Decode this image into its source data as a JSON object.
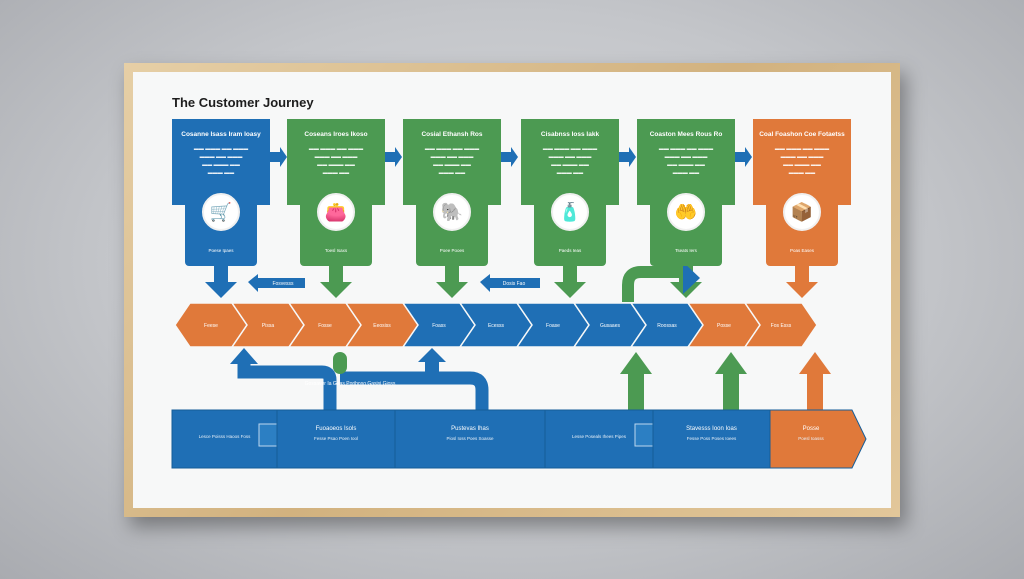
{
  "title": "The Customer Journey",
  "colors": {
    "blue": "#1f6fb5",
    "green": "#4c9a52",
    "orange": "#e0793a",
    "frame": "#d7b987"
  },
  "top_cards": [
    {
      "heading": "Cosanne Isass Iram Ioasy",
      "color": "blue",
      "icon": "shopping-cart-icon",
      "glyph": "🛒",
      "caption": "Poese Ipaes"
    },
    {
      "heading": "Coseans Iroes Ikoso",
      "color": "green",
      "icon": "wallet-icon",
      "glyph": "👛",
      "caption": "Toesl Isaxs"
    },
    {
      "heading": "Cosial Ethansh Ros",
      "color": "green",
      "icon": "elephant-icon",
      "glyph": "🐘",
      "caption": "Poee Pooes"
    },
    {
      "heading": "Cisabnss Ioss Iakk",
      "color": "green",
      "icon": "bottle-icon",
      "glyph": "🧴",
      "caption": "Paeds Ieas"
    },
    {
      "heading": "Coaston Mees Rous Ro",
      "color": "green",
      "icon": "heart-hand-icon",
      "glyph": "🤲",
      "caption": "Tseats Iers"
    },
    {
      "heading": "Coal Foashon Coe Fotaetss",
      "color": "orange",
      "icon": "box-icon",
      "glyph": "📦",
      "caption": "Poas Eases"
    }
  ],
  "back_arrows": [
    "Fosvesss",
    "Dosis Fao"
  ],
  "chevrons": [
    {
      "label": "Feese",
      "color": "orange"
    },
    {
      "label": "Pissa",
      "color": "orange"
    },
    {
      "label": "Fosse",
      "color": "orange"
    },
    {
      "label": "Eeosiss",
      "color": "orange"
    },
    {
      "label": "Foass",
      "color": "blue"
    },
    {
      "label": "Ecesss",
      "color": "blue"
    },
    {
      "label": "Foase",
      "color": "blue"
    },
    {
      "label": "Gusaaes",
      "color": "blue"
    },
    {
      "label": "Roossas",
      "color": "blue"
    },
    {
      "label": "Posse",
      "color": "orange"
    },
    {
      "label": "Fos Esss",
      "color": "orange"
    }
  ],
  "loop_label": "Gossaver Ia Gaas Poriboso Gasisi Gioss",
  "bottom_band": [
    {
      "title": "",
      "text": "Lesce Poisss Haoos Foss",
      "icon": "rocket-icon"
    },
    {
      "title": "Fuoaoeos Isols",
      "text": "Fesse Psao Poen Iool"
    },
    {
      "title": "Pustevas Ihas",
      "text": "Piosl Ioss Poes Soasse"
    },
    {
      "title": "",
      "text": "Lesse Poseals Ihees Pipes",
      "icon": "ship-icon"
    },
    {
      "title": "Stavesss Ioon Ioas",
      "text": "Fesse Poss Poses Ioees"
    },
    {
      "title": "Posse",
      "text": "Poesl Ioasss",
      "color": "orange"
    }
  ]
}
